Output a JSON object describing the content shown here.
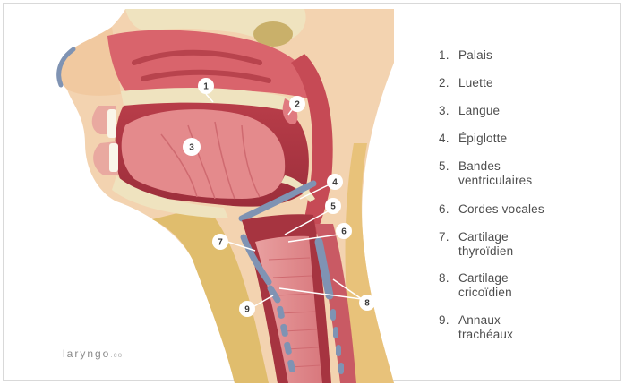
{
  "legend": [
    {
      "num": "1.",
      "lines": [
        "Palais"
      ]
    },
    {
      "num": "2.",
      "lines": [
        "Luette"
      ]
    },
    {
      "num": "3.",
      "lines": [
        "Langue"
      ]
    },
    {
      "num": "4.",
      "lines": [
        "Épiglotte"
      ]
    },
    {
      "num": "5.",
      "lines": [
        "Bandes",
        "ventriculaires"
      ]
    },
    {
      "num": "6.",
      "lines": [
        "Cordes vocales"
      ]
    },
    {
      "num": "7.",
      "lines": [
        "Cartilage",
        "thyroïdien"
      ]
    },
    {
      "num": "8.",
      "lines": [
        "Cartilage",
        "cricoïdien"
      ]
    },
    {
      "num": "9.",
      "lines": [
        "Annaux",
        "trachéaux"
      ]
    }
  ],
  "markers": [
    "1",
    "2",
    "3",
    "4",
    "5",
    "6",
    "7",
    "8",
    "9"
  ],
  "brand": {
    "name": "laryngo",
    "suffix": ".co"
  },
  "colors": {
    "tissue": "#c9505a",
    "tissue_light": "#e58c8c",
    "tongue": "#e07a80",
    "skin": "#f1c9a0",
    "fat": "#e2c070",
    "bone": "#efe3bf",
    "cartilage": "#7f93b3",
    "text": "#4d4d4d"
  }
}
